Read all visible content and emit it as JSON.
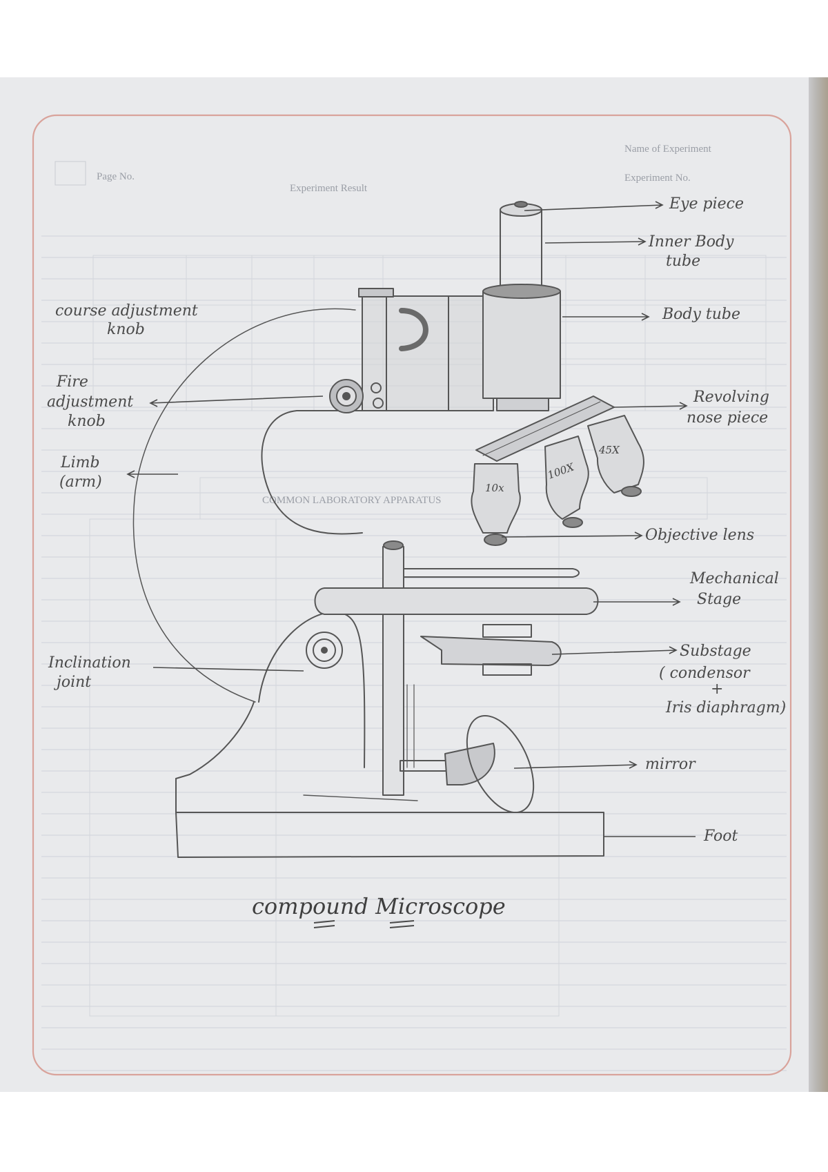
{
  "diagram": {
    "title": "compound Microscope",
    "labels": {
      "eye_piece": "Eye piece",
      "inner_body_tube_1": "Inner Body",
      "inner_body_tube_2": "tube",
      "body_tube": "Body tube",
      "revolving_nose_piece_1": "Revolving",
      "revolving_nose_piece_2": "nose piece",
      "objective_lens": "Objective lens",
      "mechanical_stage_1": "Mechanical",
      "mechanical_stage_2": "Stage",
      "substage_1": "Substage",
      "substage_2": "( condensor",
      "substage_3": "+",
      "substage_4": "Iris diaphragm)",
      "mirror": "mirror",
      "foot": "Foot",
      "coarse_adjustment_knob_1": "course adjustment",
      "coarse_adjustment_knob_2": "knob",
      "fine_adjustment_knob_1": "Fire",
      "fine_adjustment_knob_2": "adjustment",
      "fine_adjustment_knob_3": "knob",
      "limb_1": "Limb",
      "limb_2": "(arm)",
      "inclination_joint_1": "Inclination",
      "inclination_joint_2": "joint"
    },
    "objective_markings": [
      "10x",
      "100X",
      "45X"
    ]
  },
  "notebook_template": {
    "name_of_experiment": "Name of Experiment",
    "experiment_no": "Experiment No.",
    "experiment_result": "Experiment Result",
    "page_no": "Page No.",
    "table_heading": "COMMON LABORATORY APPARATUS"
  },
  "colors": {
    "paper": "#e9eaec",
    "pencil": "#555555",
    "margin_line": "#d9a39b",
    "ruled_line": "#cfd3da"
  }
}
